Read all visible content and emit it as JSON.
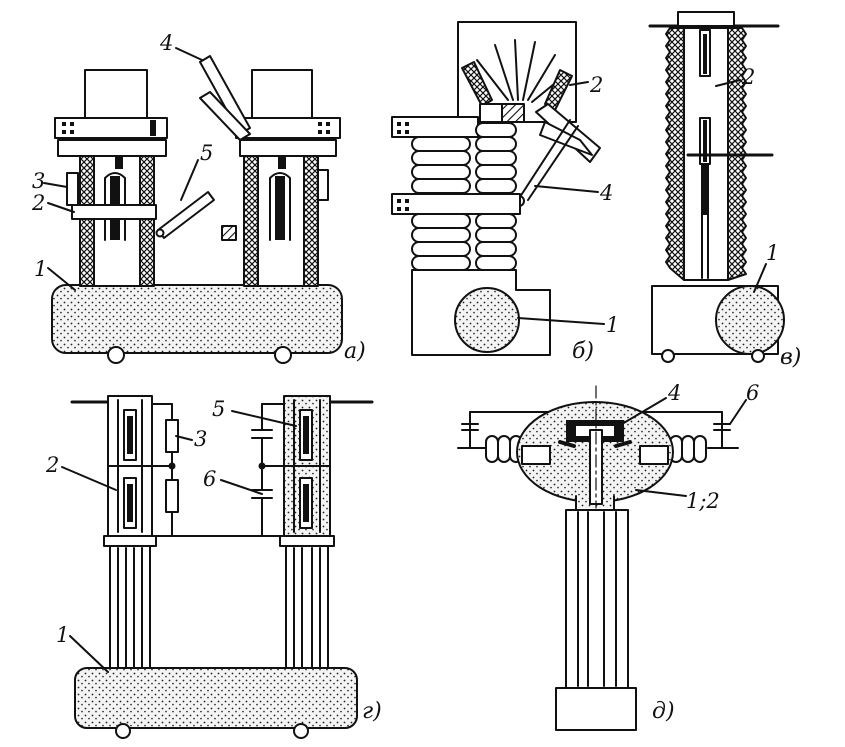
{
  "diagrams": {
    "a": {
      "caption": "а)",
      "labels": {
        "n1": "1",
        "n2": "2",
        "n3": "3",
        "n4": "4",
        "n5": "5"
      }
    },
    "b": {
      "caption": "б)",
      "labels": {
        "n1": "1",
        "n2": "2",
        "n4": "4"
      }
    },
    "v": {
      "caption": "в)",
      "labels": {
        "n1": "1",
        "n2": "2"
      }
    },
    "g": {
      "caption": "г)",
      "labels": {
        "n1": "1",
        "n2": "2",
        "n3": "3",
        "n5": "5",
        "n6": "6"
      }
    },
    "d": {
      "caption": "д)",
      "labels": {
        "n12": "1;2",
        "n4": "4",
        "n6": "6"
      }
    }
  }
}
